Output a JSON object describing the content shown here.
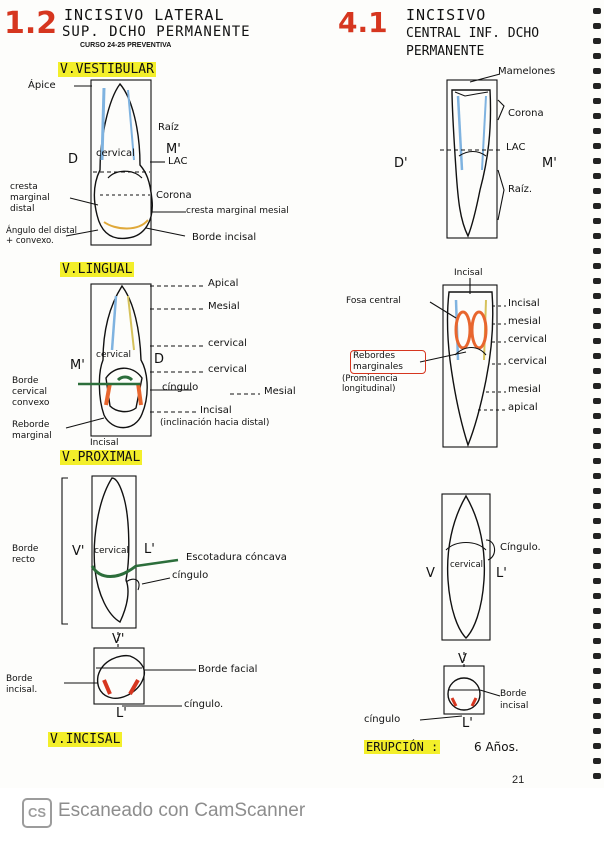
{
  "left": {
    "number": "1.2",
    "title_line1": "INCISIVO LATERAL",
    "title_line2": "SUP. DCHO PERMANENTE",
    "course": "CURSO 24-25 PREVENTIVA",
    "vestibular": {
      "heading": "V.VESTIBULAR",
      "apice": "Ápice",
      "raiz": "Raíz",
      "d": "D",
      "m": "M'",
      "cervical": "cervical",
      "lac": "LAC",
      "corona": "Corona",
      "cresta_distal": "cresta marginal distal",
      "cresta_mesial": "cresta marginal mesial",
      "angulo": "Ángulo del distal + convexo.",
      "borde_incisal": "Borde incisal"
    },
    "lingual": {
      "heading": "V.LINGUAL",
      "apical": "Apical",
      "mesial": "Mesial",
      "cervical": "cervical",
      "cervical2": "cervical",
      "m": "M'",
      "d": "D",
      "cervical_inner": "cervical",
      "cingulo": "cíngulo",
      "mesial2": "Mesial",
      "borde_cervical": "Borde cervical convexo",
      "incisal": "Incisal",
      "inclinacion": "(inclinación hacia distal)",
      "reborde": "Reborde marginal",
      "incisal_bottom": "Incisal"
    },
    "proximal": {
      "heading": "V.PROXIMAL",
      "borde_recto": "Borde recto",
      "v": "V'",
      "cervical": "cervical",
      "l": "L'",
      "escotadura": "Escotadura cóncava",
      "cingulo": "cíngulo"
    },
    "incisal_view": {
      "v": "V'",
      "borde_incisal": "Borde incisal.",
      "borde_facial": "Borde facial",
      "l": "L'",
      "cingulo": "cíngulo.",
      "heading": "V.INCISAL"
    }
  },
  "right": {
    "number": "4.1",
    "title_line1": "INCISIVO",
    "title_line2": "CENTRAL INF. DCHO",
    "title_line3": "PERMANENTE",
    "top": {
      "mamelones": "Mamelones",
      "corona": "Corona",
      "lac": "LAC",
      "d": "D'",
      "m": "M'",
      "raiz": "Raíz."
    },
    "lingual": {
      "incisal_top": "Incisal",
      "fosa": "Fosa central",
      "incisal": "Incisal",
      "mesial": "mesial",
      "cervical": "cervical",
      "cervical2": "cervical",
      "rebordes": "Rebordes marginales",
      "prominencia": "(Prominencia longitudinal)",
      "mesial2": "mesial",
      "apical": "apical"
    },
    "proximal": {
      "cingulo": "Cíngulo.",
      "v": "V",
      "cervical": "cervical",
      "l": "L'"
    },
    "incisal_view": {
      "v": "V",
      "borde_incisal": "Borde incisal",
      "cingulo": "cíngulo",
      "l": "L'"
    },
    "erupcion_label": "ERUPCIÓN :",
    "erupcion_value": "6 Años."
  },
  "page_number": "21",
  "footer": {
    "badge": "CS",
    "scanner": "Escaneado con CamScanner"
  }
}
